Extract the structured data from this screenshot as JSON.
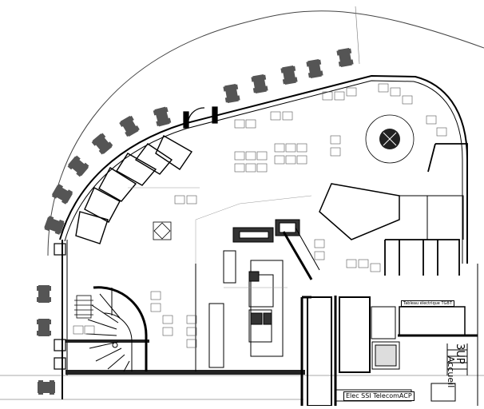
{
  "plan": {
    "stair_label": "3UP",
    "entrance_label": "Accueil",
    "technical_rooms": [
      "Elec",
      "SSI",
      "Telecom",
      "ACP"
    ],
    "panel_label": "Tableau électrique TGBT"
  }
}
